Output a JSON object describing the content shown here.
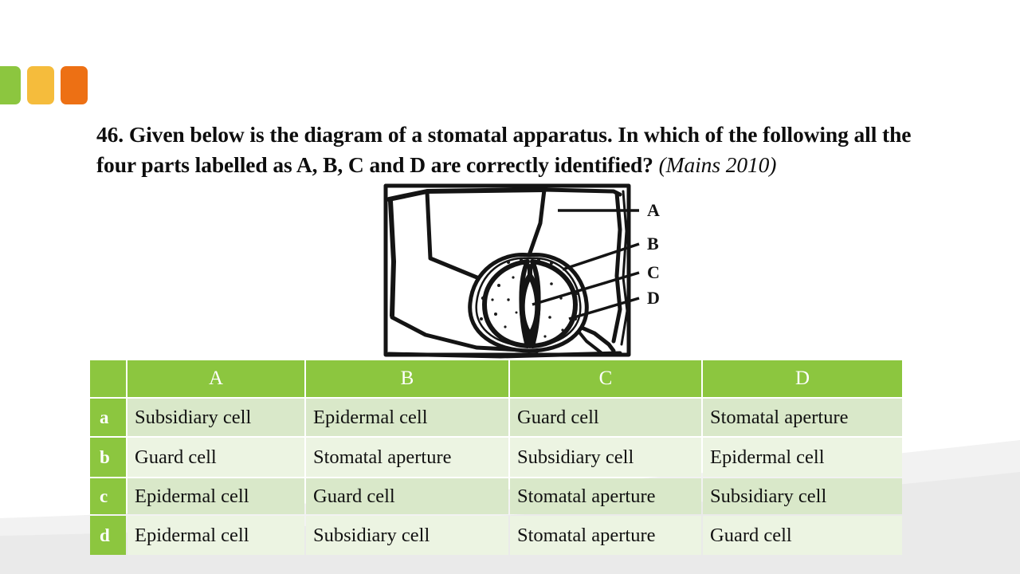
{
  "slide": {
    "background_color": "#ffffff",
    "accent_green": "#8CC63F",
    "accent_yellow": "#F5BC3C",
    "accent_orange": "#ED7014",
    "row_shade_color": "#d9e8c9",
    "row_light_color": "#ecf4e2",
    "header_text_color": "#ffffff",
    "body_text_color": "#111111"
  },
  "decor": {
    "chips": [
      {
        "name": "chip-green",
        "color": "#8CC63F"
      },
      {
        "name": "chip-yellow",
        "color": "#F5BC3C"
      },
      {
        "name": "chip-orange",
        "color": "#ED7014"
      }
    ],
    "swoosh_color_light": "#f2f2f2",
    "swoosh_color_dark": "#e8e8e8"
  },
  "question": {
    "number": "46.",
    "text": "46. Given below is the diagram of a stomatal apparatus. In which of the following all the four parts labelled as A, B, C and D are correctly identified?",
    "source": "(Mains 2010)"
  },
  "figure": {
    "caption": "stomatal apparatus diagram",
    "labels": [
      "A",
      "B",
      "C",
      "D"
    ]
  },
  "table": {
    "headers": [
      "",
      "A",
      "B",
      "C",
      "D"
    ],
    "rows": [
      {
        "key": "a",
        "cells": [
          "Subsidiary cell",
          "Epidermal cell",
          "Guard cell",
          "Stomatal aperture"
        ]
      },
      {
        "key": "b",
        "cells": [
          "Guard cell",
          "Stomatal aperture",
          "Subsidiary cell",
          "Epidermal cell"
        ]
      },
      {
        "key": "c",
        "cells": [
          "Epidermal cell",
          "Guard cell",
          "Stomatal aperture",
          "Subsidiary cell"
        ]
      },
      {
        "key": "d",
        "cells": [
          "Epidermal cell",
          "Subsidiary cell",
          "Stomatal aperture",
          "Guard cell"
        ]
      }
    ]
  }
}
